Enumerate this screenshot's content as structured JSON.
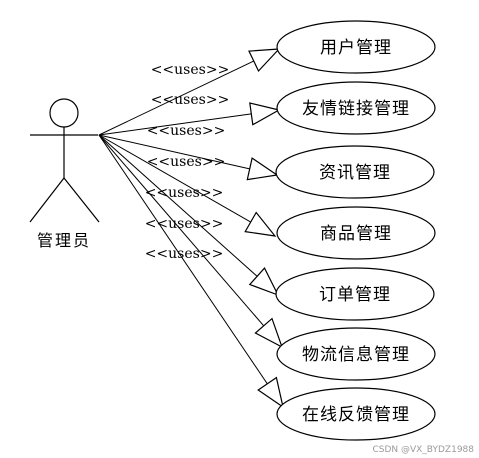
{
  "actor": {
    "label": "管理员",
    "icon": "stick-figure-icon"
  },
  "relationship_label": "<<uses>>",
  "use_cases": [
    {
      "label": "用户管理"
    },
    {
      "label": "友情链接管理"
    },
    {
      "label": "资讯管理"
    },
    {
      "label": "商品管理"
    },
    {
      "label": "订单管理"
    },
    {
      "label": "物流信息管理"
    },
    {
      "label": "在线反馈管理"
    }
  ],
  "watermark": "CSDN @VX_BYDZ1988",
  "colors": {
    "stroke": "#000000",
    "background": "#ffffff",
    "watermark": "#9a9a9a"
  }
}
